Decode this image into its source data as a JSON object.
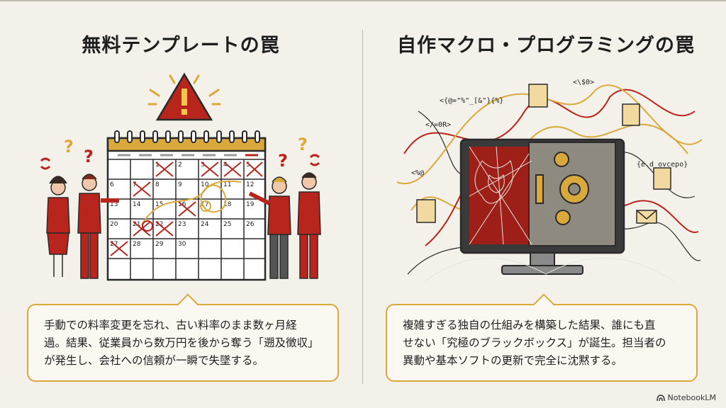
{
  "left": {
    "title": "無料テンプレートの罠",
    "callout": {
      "line1": "手動での料率変更を忘れ、古い料率のまま数ヶ月経",
      "line2": "過。結果、従業員から数万円を後から奪う「遡及徴収」",
      "line3": "が発生し、会社への信頼が一瞬で失墜する。"
    },
    "calendar_numbers": [
      "1",
      "2",
      "3",
      "4",
      "5",
      "6",
      "7",
      "8",
      "9",
      "10",
      "11",
      "12",
      "13",
      "14",
      "15",
      "16",
      "17",
      "18",
      "19",
      "20",
      "21",
      "22",
      "23",
      "24",
      "25",
      "26",
      "27",
      "28",
      "29",
      "30"
    ],
    "icons": [
      "warning-icon",
      "question-mark-icon",
      "anger-icon"
    ]
  },
  "right": {
    "title": "自作マクロ・プログラミングの罠",
    "callout": {
      "line1": "複雑すぎる独自の仕組みを構築した結果、誰にも直",
      "line2": "せない「究極のブラックボックス」が誕生。担当者の",
      "line3": "異動や基本ソフトの更新で完全に沈黙する。"
    },
    "code_snippets": [
      "<{@=\"%\"_[&\"}{%}",
      "</=0R>",
      "{e.d ovcepo}",
      "<%@",
      "<\\$0>"
    ],
    "icons": [
      "monitor-icon",
      "vault-icon",
      "spiderweb-icon",
      "document-icon",
      "envelope-icon"
    ]
  },
  "brand": "NotebookLM",
  "colors": {
    "accent_red": "#b8251c",
    "accent_gold": "#d9a93c",
    "background": "#f4f1ea"
  }
}
